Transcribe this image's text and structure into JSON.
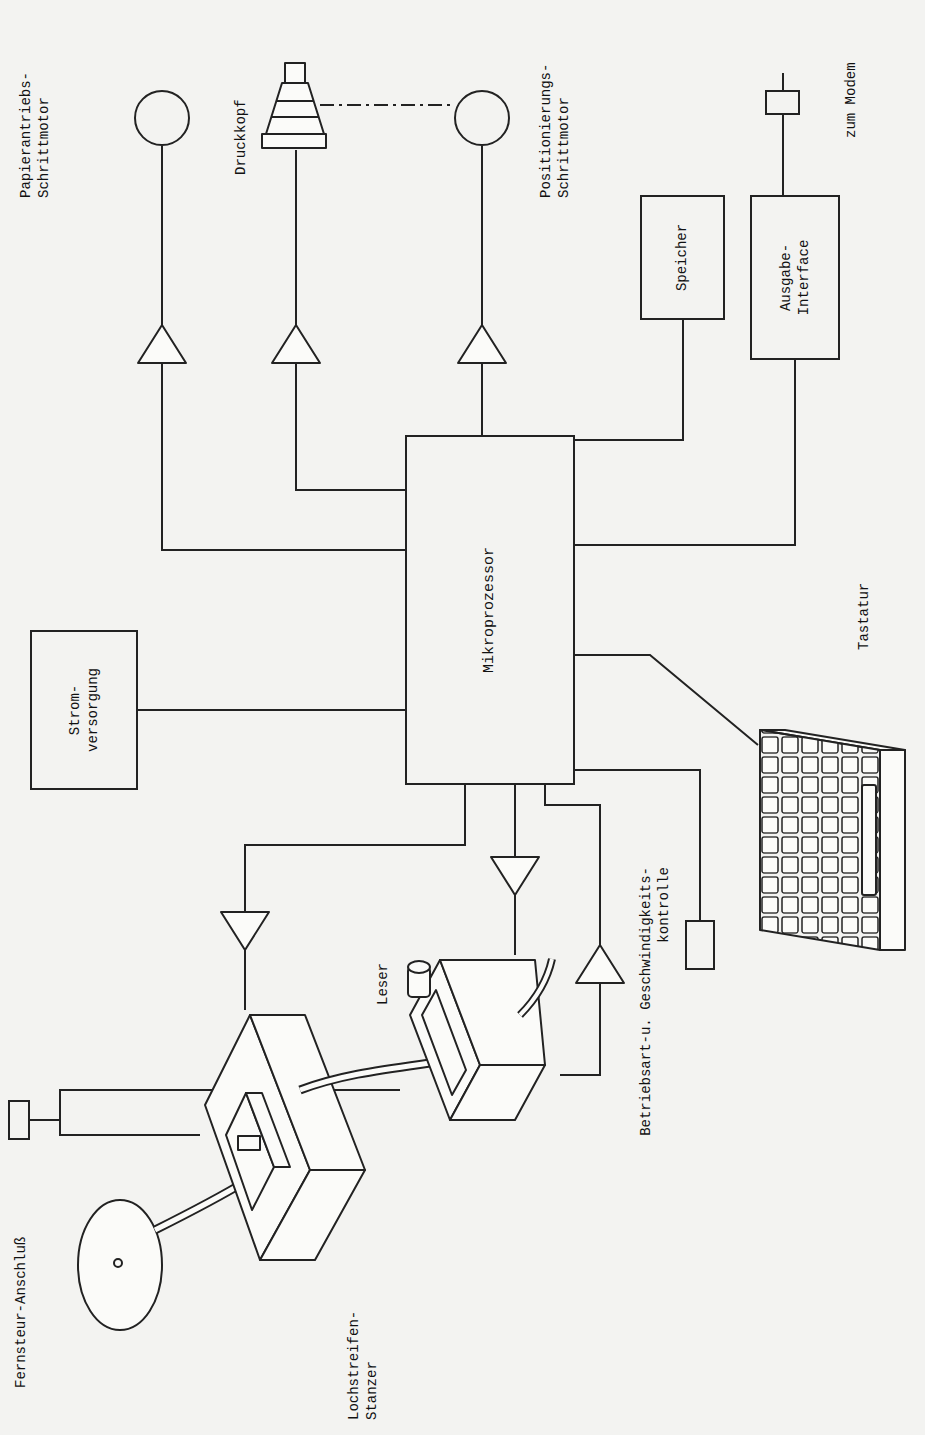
{
  "diagram": {
    "nodes": [
      {
        "text": [
          "Papierantriebs- Schrittmotor"
        ]
      },
      {
        "text": [
          "Druckkopf"
        ]
      },
      {
        "text": [
          "Positionierungs- Schrittmotor"
        ]
      },
      {
        "text": [
          "Speicher"
        ]
      },
      {
        "text": [
          "Ausgabe- Interface"
        ]
      },
      {
        "text": [
          "zum Modem"
        ]
      },
      {
        "text": [
          "Strom- versorgung"
        ]
      },
      {
        "text": [
          "Mikroprozessor"
        ]
      },
      {
        "text": [
          "Tastatur"
        ]
      },
      {
        "text": [
          "Betriebsart-u. Geschwindigkeits- kontrolle"
        ]
      },
      {
        "text": [
          "Leser"
        ]
      },
      {
        "text": [
          "Lochstreifen- Stanzer"
        ]
      },
      {
        "text": [
          "Fernsteur-Anschluß"
        ]
      }
    ],
    "edges": [
      {
        "from": 7,
        "to": 0,
        "arrow": "none"
      },
      {
        "from": 7,
        "to": 1,
        "arrow": "none"
      },
      {
        "from": 7,
        "to": 2,
        "arrow": "none"
      },
      {
        "from": 7,
        "to": 3,
        "arrow": "none"
      },
      {
        "from": 7,
        "to": 4,
        "arrow": "none"
      },
      {
        "from": 4,
        "to": 5,
        "arrow": "none"
      },
      {
        "from": 7,
        "to": 6,
        "arrow": "none"
      },
      {
        "from": 7,
        "to": 8,
        "arrow": "none"
      },
      {
        "from": 9,
        "to": 7,
        "arrow": "none"
      },
      {
        "from": 7,
        "to": 10,
        "arrow": "none"
      },
      {
        "from": 10,
        "to": 7,
        "arrow": "none"
      },
      {
        "from": 7,
        "to": 11,
        "arrow": "none"
      },
      {
        "from": 12,
        "to": 10,
        "arrow": "none"
      },
      {
        "from": 12,
        "to": 11,
        "arrow": "none"
      }
    ]
  }
}
